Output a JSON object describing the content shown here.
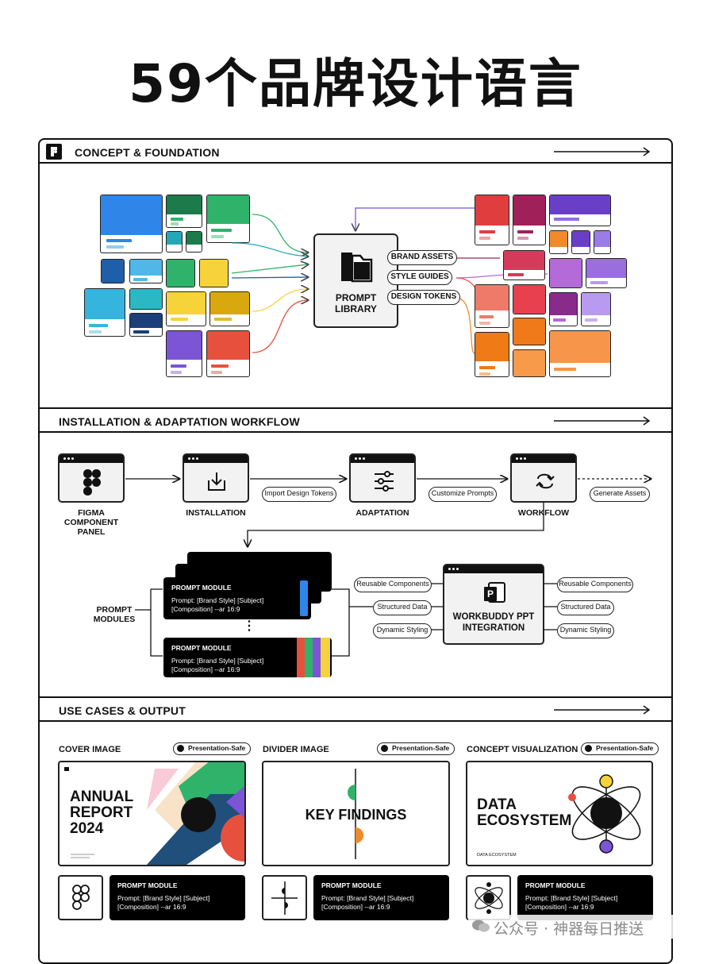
{
  "title": "59个品牌设计语言",
  "sections": {
    "concept": "CONCEPT & FOUNDATION",
    "workflow": "INSTALLATION & ADAPTATION WORKFLOW",
    "usecases": "USE CASES & OUTPUT"
  },
  "library": {
    "label": "PROMPT LIBRARY",
    "tags": [
      "BRAND ASSETS",
      "STYLE GUIDES",
      "DESIGN TOKENS"
    ]
  },
  "workflow": {
    "steps": [
      "FIGMA COMPONENT PANEL",
      "INSTALLATION",
      "ADAPTATION",
      "WORKFLOW"
    ],
    "edges": [
      "Import Design Tokens",
      "Customize Prompts",
      "Generate Assets"
    ],
    "modules_label": "PROMPT MODULES",
    "module_title": "PROMPT MODULE",
    "module_body": "Prompt: [Brand Style] [Subject]\n[Composition] --ar 16:9",
    "ellipsis": "⋮",
    "integration": "WORKBUDDY PPT INTEGRATION",
    "left_pills": [
      "Reusable Components",
      "Structured Data",
      "Dynamic Styling"
    ],
    "right_pills": [
      "Reusable Components",
      "Structured Data",
      "Dynamic Styling"
    ]
  },
  "usecases": [
    {
      "label": "COVER IMAGE",
      "badge": "Presentation-Safe",
      "headline": "ANNUAL REPORT 2024"
    },
    {
      "label": "DIVIDER IMAGE",
      "badge": "Presentation-Safe",
      "headline": "KEY FINDINGS"
    },
    {
      "label": "CONCEPT VISUALIZATION",
      "badge": "Presentation-Safe",
      "headline": "DATA ECOSYSTEM",
      "small": "DATA ECOSYSTEM"
    }
  ],
  "output_module": {
    "title": "PROMPT MODULE",
    "body": "Prompt: [Brand Style] [Subject]\n[Composition] --ar 16:9"
  },
  "watermark": "公众号 · 神器每日推送",
  "colors": {
    "blue": "#2f86e8",
    "green": "#2fb36a",
    "yellow": "#f7d33a",
    "purple": "#7b55d6",
    "red": "#e8503e",
    "orange": "#f08a2a",
    "magenta": "#a0205a"
  }
}
